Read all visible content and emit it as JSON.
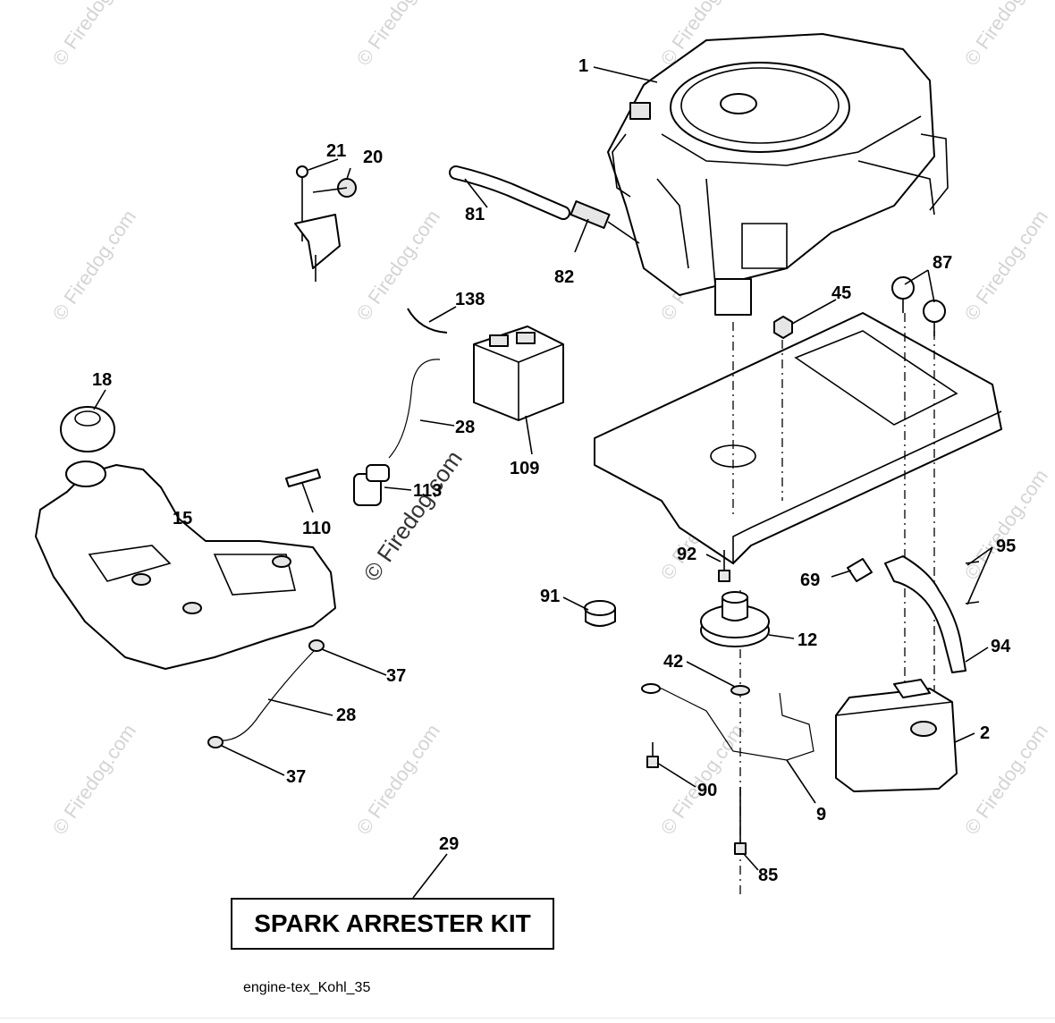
{
  "watermark": {
    "text": "© Firedog.com",
    "overlay_text": "© Firedog.com"
  },
  "callouts": [
    {
      "id": "1",
      "part": "engine"
    },
    {
      "id": "21",
      "part": "screw"
    },
    {
      "id": "20",
      "part": "throttle-control"
    },
    {
      "id": "81",
      "part": "fuel-hose"
    },
    {
      "id": "82",
      "part": "fuel-filter"
    },
    {
      "id": "87",
      "part": "bolt"
    },
    {
      "id": "45",
      "part": "nut"
    },
    {
      "id": "138",
      "part": "hose"
    },
    {
      "id": "18",
      "part": "fuel-cap"
    },
    {
      "id": "28",
      "part": "fuel-line"
    },
    {
      "id": "109",
      "part": "battery"
    },
    {
      "id": "110",
      "part": "connector"
    },
    {
      "id": "113",
      "part": "fuel-pump"
    },
    {
      "id": "15",
      "part": "fuel-tank"
    },
    {
      "id": "92",
      "part": "bolt"
    },
    {
      "id": "95",
      "part": "screw"
    },
    {
      "id": "69",
      "part": "gasket"
    },
    {
      "id": "91",
      "part": "bushing"
    },
    {
      "id": "12",
      "part": "pulley"
    },
    {
      "id": "94",
      "part": "exhaust-pipe"
    },
    {
      "id": "37",
      "part": "clamp"
    },
    {
      "id": "42",
      "part": "washer"
    },
    {
      "id": "28",
      "part": "fuel-line"
    },
    {
      "id": "2",
      "part": "muffler"
    },
    {
      "id": "37",
      "part": "clamp"
    },
    {
      "id": "90",
      "part": "bolt"
    },
    {
      "id": "9",
      "part": "bracket"
    },
    {
      "id": "85",
      "part": "bolt"
    },
    {
      "id": "29",
      "part": "spark-arrester-kit"
    }
  ],
  "kit_label": "SPARK ARRESTER KIT",
  "footer_caption": "engine-tex_Kohl_35"
}
